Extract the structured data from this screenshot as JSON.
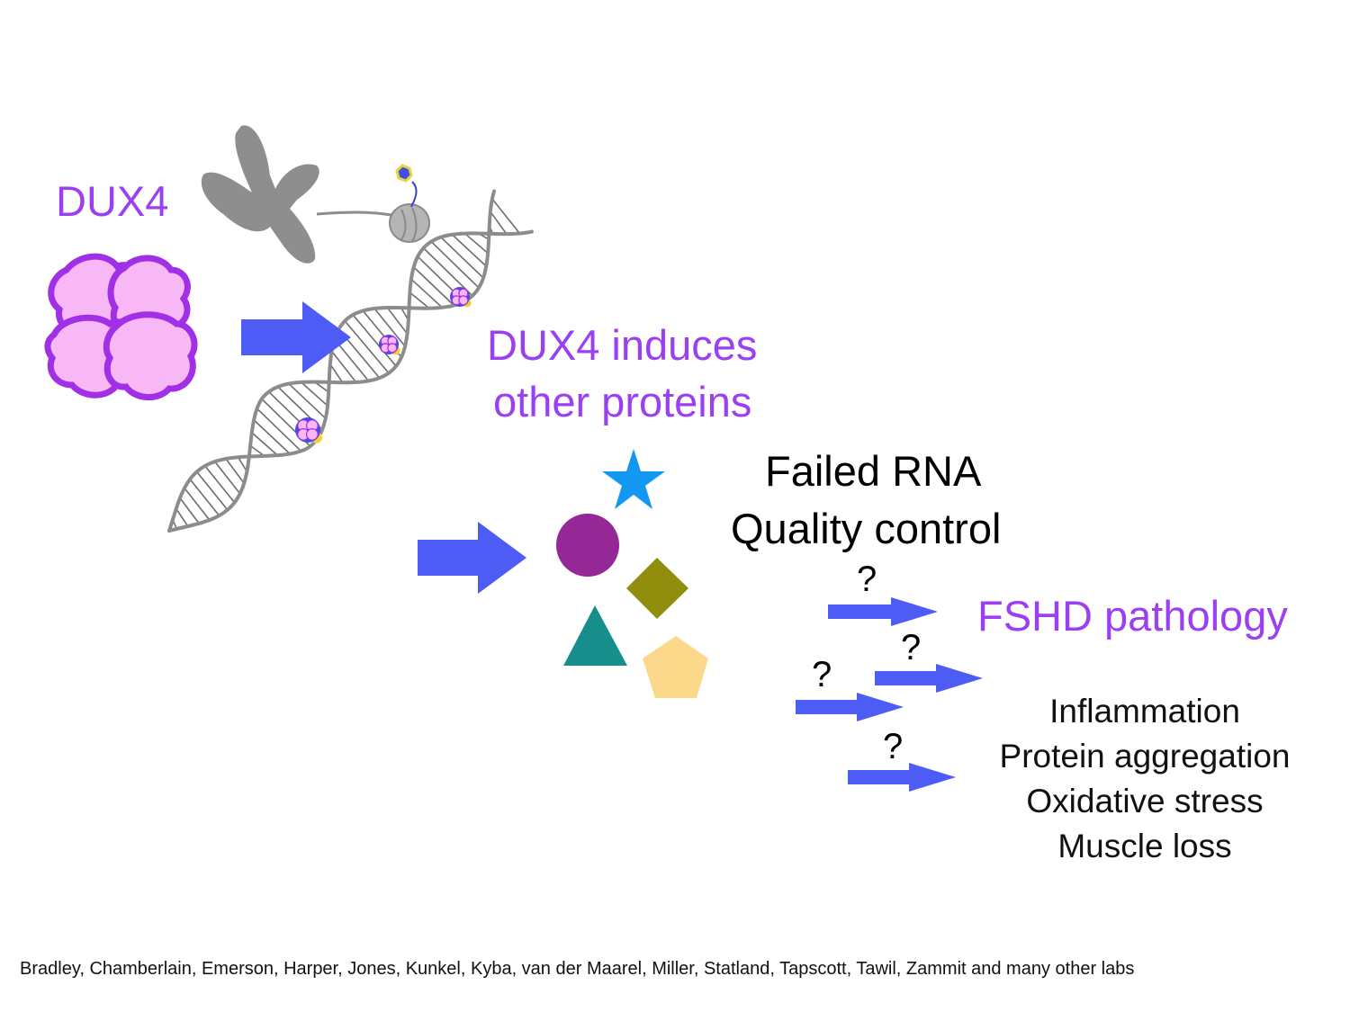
{
  "labels": {
    "dux4": "DUX4",
    "induces_line1": "DUX4 induces",
    "induces_line2": "other proteins",
    "rna_line1": "Failed RNA",
    "rna_line2": "Quality control",
    "pathology": "FSHD pathology",
    "question_mark": "?"
  },
  "effects": [
    "Inflammation",
    "Protein aggregation",
    "Oxidative stress",
    "Muscle loss"
  ],
  "credits": "Bradley, Chamberlain, Emerson, Harper, Jones, Kunkel, Kyba, van der Maarel, Miller, Statland, Tapscott, Tawil, Zammit and many other labs",
  "colors": {
    "purple_text": "#9b3ff2",
    "dux4_fill": "#f8b8f6",
    "dux4_outline": "#a02fe6",
    "arrow": "#4d5cf5",
    "chromosome": "#8e8e8e",
    "dna_strand": "#8c8c8c",
    "star": "#1297f2",
    "circle": "#952896",
    "diamond": "#908e0c",
    "triangle": "#158e8c",
    "pentagon": "#fcd98a"
  },
  "shapes": [
    "star",
    "circle",
    "diamond",
    "triangle",
    "pentagon"
  ]
}
